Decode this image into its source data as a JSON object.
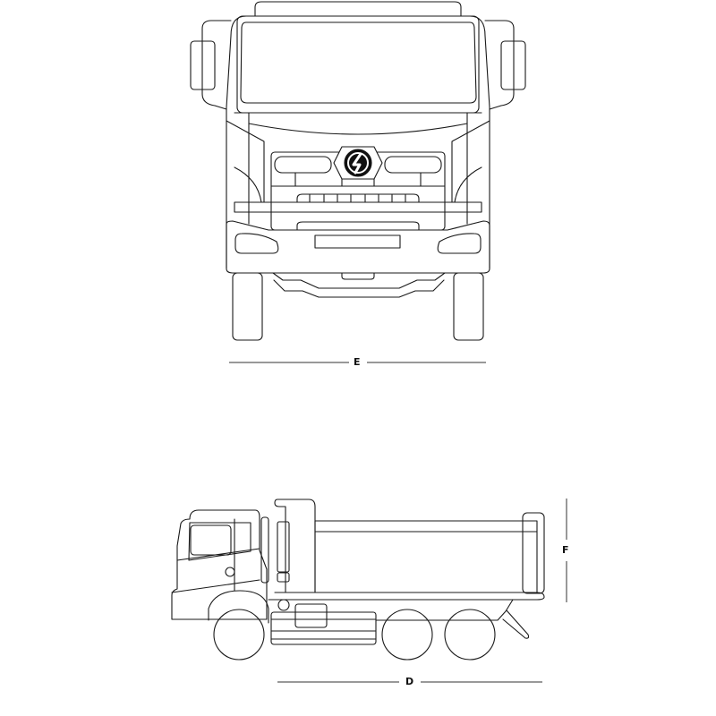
{
  "figure": {
    "front_view": {
      "dimension_label": "E"
    },
    "side_view": {
      "length_label": "D",
      "height_label": "F"
    },
    "colors": {
      "line": "#1a1a1a",
      "background": "#ffffff"
    }
  }
}
